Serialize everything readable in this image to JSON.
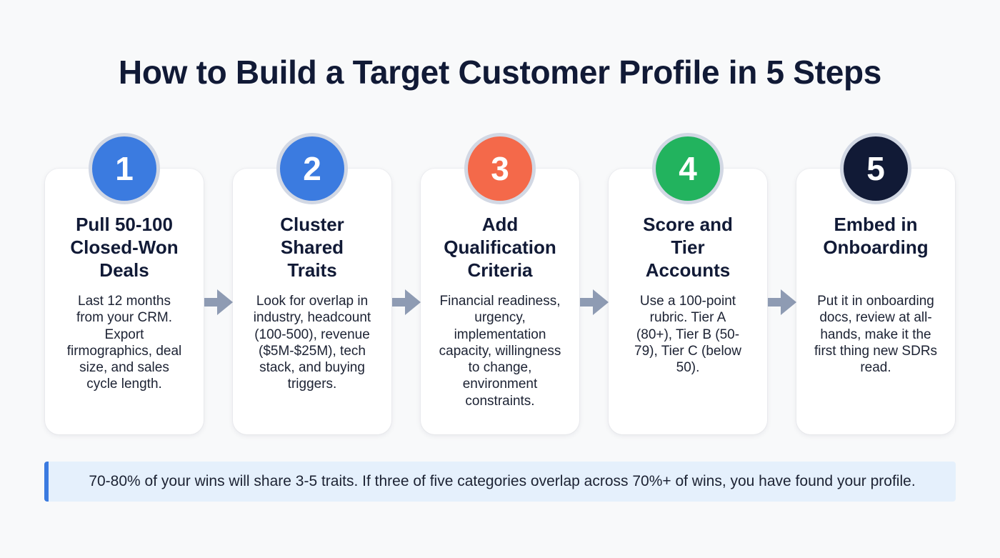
{
  "title": "How to Build a Target Customer Profile in 5 Steps",
  "steps": [
    {
      "number": "1",
      "color": "#3b7be0",
      "title": "Pull 50-100 Closed-Won Deals",
      "body": "Last 12 months from your CRM. Export firmographics, deal size, and sales cycle length."
    },
    {
      "number": "2",
      "color": "#3b7be0",
      "title": "Cluster Shared Traits",
      "body": "Look for overlap in industry, headcount (100-500), revenue ($5M-$25M), tech stack, and buying triggers."
    },
    {
      "number": "3",
      "color": "#f4694a",
      "title": "Add Qualification Criteria",
      "body": "Financial readiness, urgency, implementation capacity, willingness to change, environment constraints."
    },
    {
      "number": "4",
      "color": "#22b35e",
      "title": "Score and Tier Accounts",
      "body": "Use a 100-point rubric. Tier A (80+), Tier B (50-79), Tier C (below 50)."
    },
    {
      "number": "5",
      "color": "#111a36",
      "title": "Embed in Onboarding",
      "body": "Put it in onboarding docs, review at all-hands, make it the first thing new SDRs read."
    }
  ],
  "arrow_color": "#8e9bb3",
  "callout": {
    "accent_color": "#3b7be0",
    "text": "70-80% of your wins will share 3-5 traits. If three of five categories overlap across 70%+ of wins, you have found your profile."
  }
}
